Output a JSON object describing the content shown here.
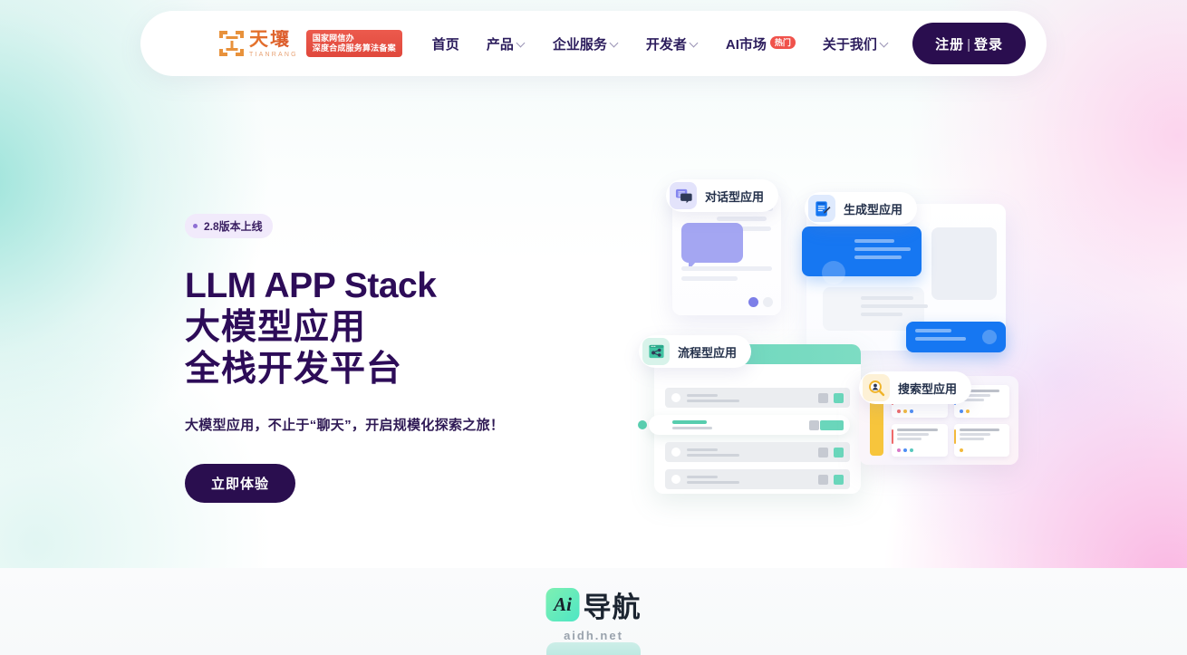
{
  "brand": {
    "logo_cn": "天壤",
    "logo_en": "TIANRANG",
    "gov_badge_line1": "国家网信办",
    "gov_badge_line2": "深度合成服务算法备案",
    "logo_icon": "tianrang-bracket-logo",
    "accent_orange": "#e5762c",
    "badge_red": "#e0483c"
  },
  "nav": {
    "items": [
      {
        "label": "首页",
        "has_chevron": false,
        "badge": null
      },
      {
        "label": "产品",
        "has_chevron": true,
        "badge": null
      },
      {
        "label": "企业服务",
        "has_chevron": true,
        "badge": null
      },
      {
        "label": "开发者",
        "has_chevron": true,
        "badge": null
      },
      {
        "label": "AI市场",
        "has_chevron": false,
        "badge": "热门"
      },
      {
        "label": "关于我们",
        "has_chevron": true,
        "badge": null
      }
    ],
    "auth": {
      "register": "注册",
      "separator": "|",
      "login": "登录",
      "color": "#2a0e4f"
    }
  },
  "hero": {
    "version_badge": "2.8版本上线",
    "title_line1": "LLM APP Stack",
    "title_line2": "大模型应用",
    "title_line3": "全栈开发平台",
    "subtitle": "大模型应用，不止于“聊天”，开启规模化探索之旅！",
    "cta_label": "立即体验",
    "title_color": "#2d0c58"
  },
  "illustration": {
    "pills": [
      {
        "label": "对话型应用",
        "icon": "chat-bubbles-icon",
        "color": "#8486ef"
      },
      {
        "label": "生成型应用",
        "icon": "document-pen-icon",
        "color": "#1677f2"
      },
      {
        "label": "流程型应用",
        "icon": "flow-share-icon",
        "color": "#3fc3a2"
      },
      {
        "label": "搜索型应用",
        "icon": "search-person-icon",
        "color": "#f0b429"
      }
    ]
  },
  "watermark": {
    "ai_mark": "Ai",
    "name": "导航",
    "url": "aidh.net"
  }
}
